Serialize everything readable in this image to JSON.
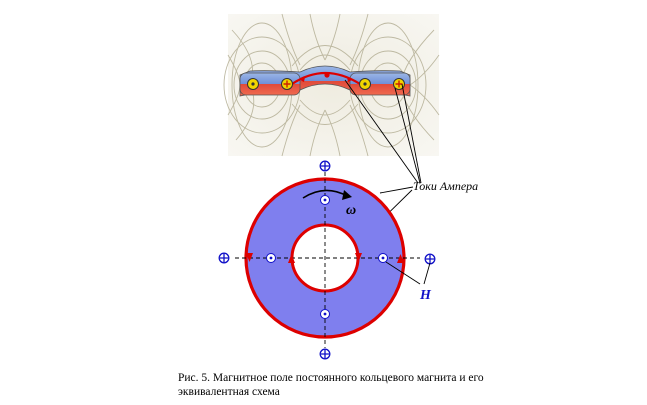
{
  "diagram": {
    "label_ampere": "Токи Ампера",
    "label_omega": "ω",
    "label_h": "H",
    "caption_line1": "Рис. 5. Магнитное поле постоянного кольцевого магнита и его",
    "caption_line2": "эквивалентная схема"
  },
  "colors": {
    "ring_fill": "#7f7fee",
    "ring_stroke": "#dd0000",
    "marker_blue": "#1010c8",
    "field_lines": "#b8b39a"
  }
}
